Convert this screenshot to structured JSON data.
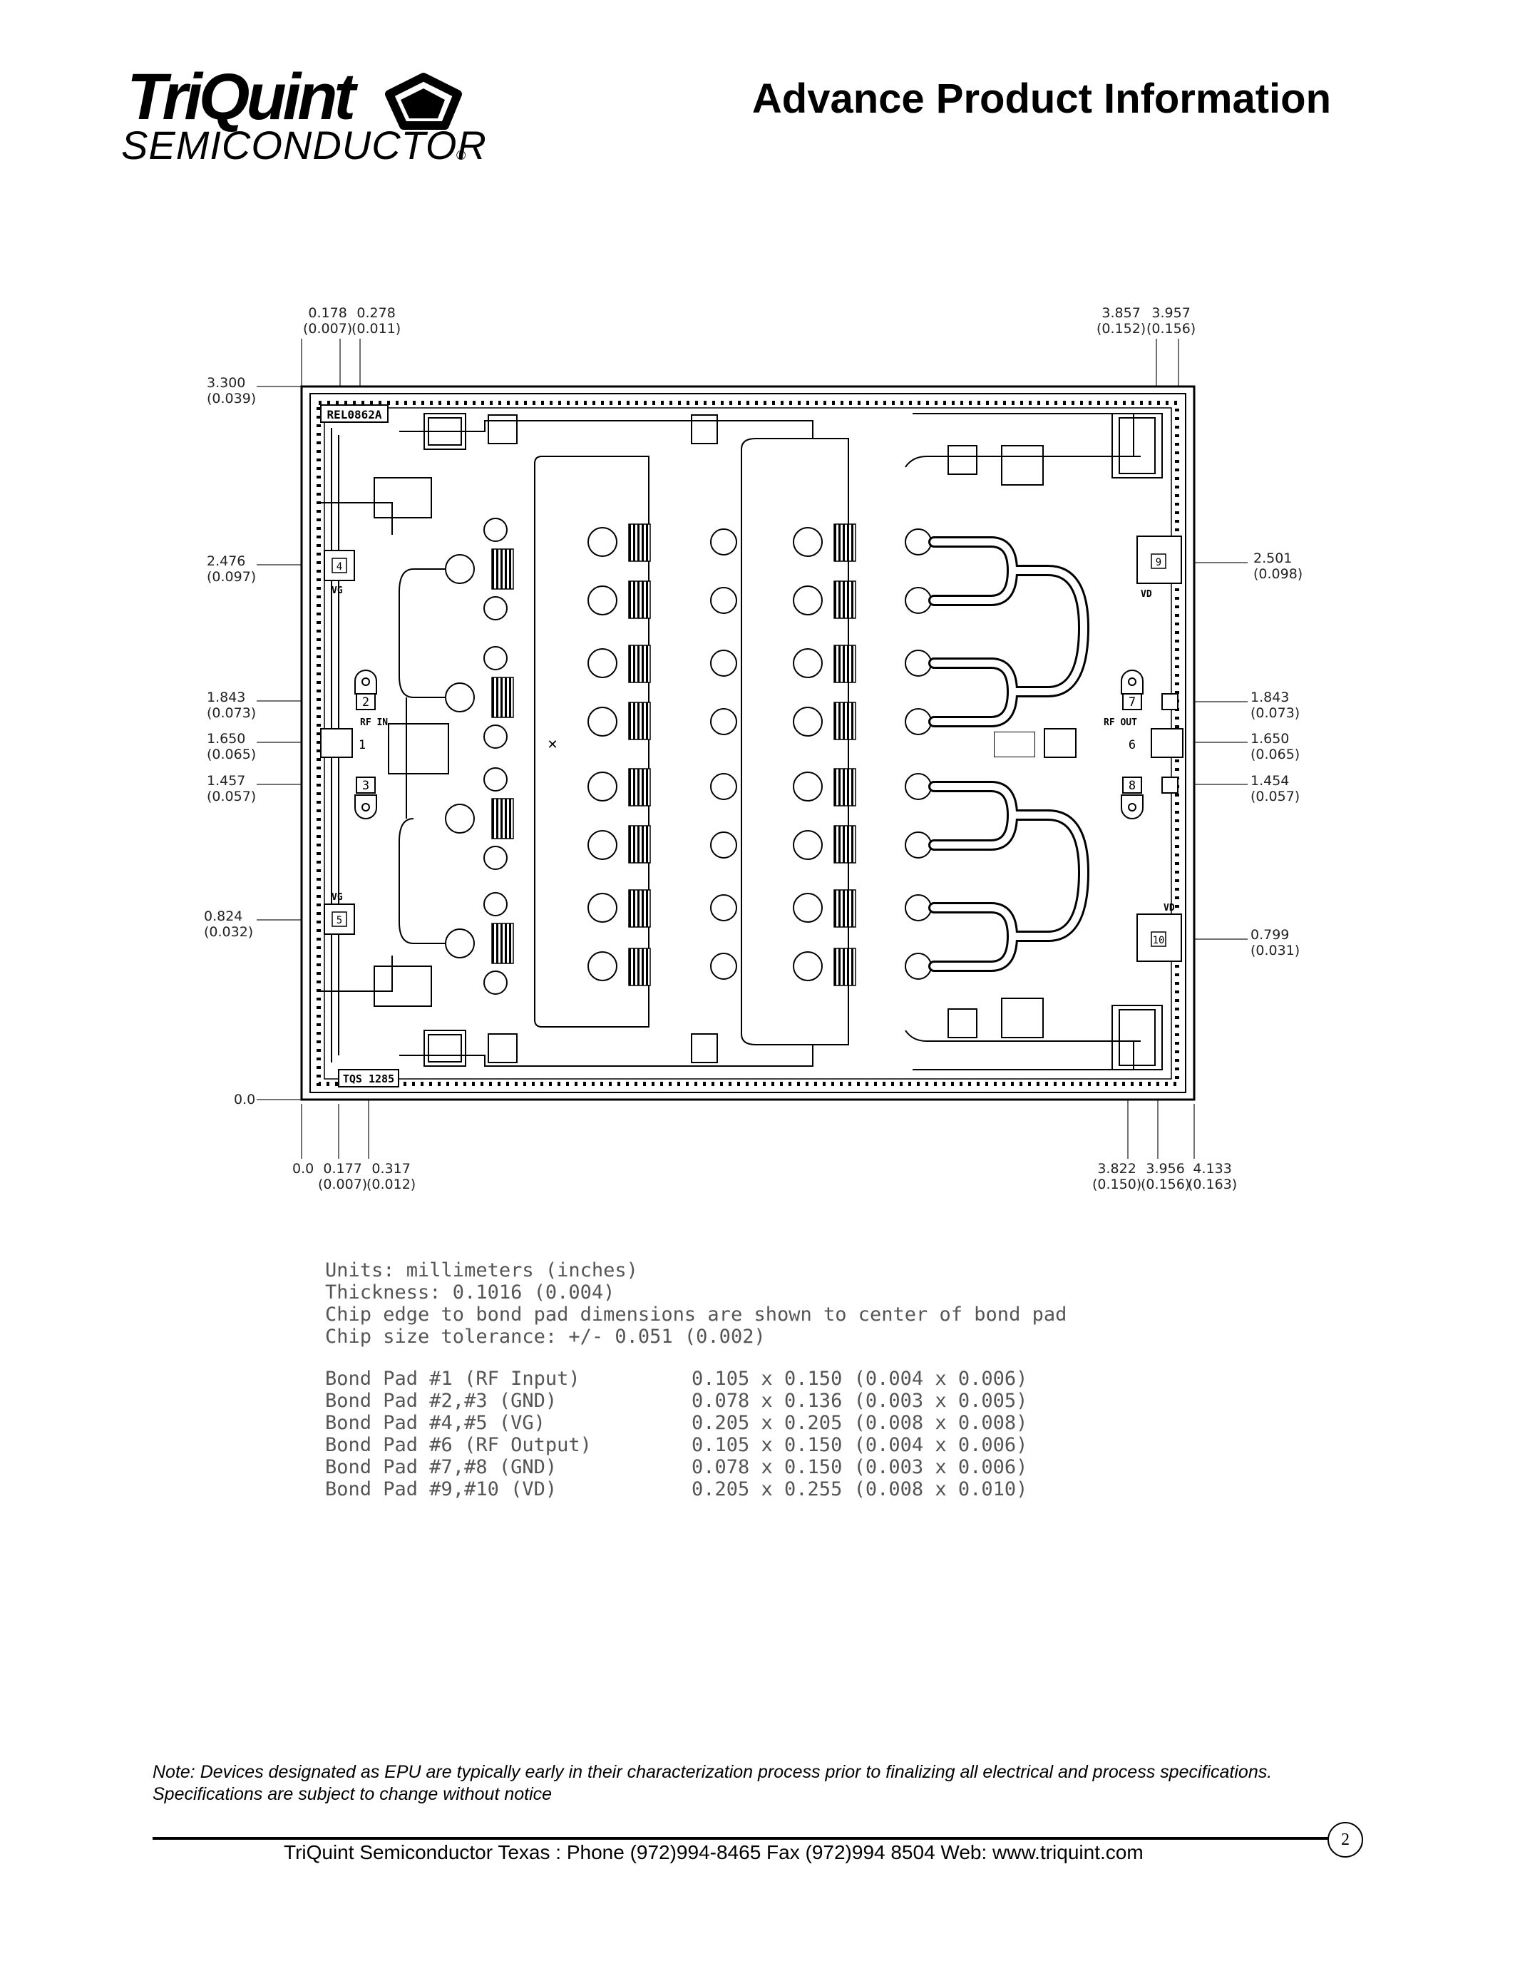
{
  "header": {
    "logo_word": "TriQuint",
    "logo_sub": "SEMICONDUCTOR",
    "logo_mark": "®",
    "title": "Advance Product Information"
  },
  "drawing": {
    "top_left_dims": [
      {
        "mm": "0.178",
        "in": "(0.007)"
      },
      {
        "mm": "0.278",
        "in": "(0.011)"
      }
    ],
    "top_right_dims": [
      {
        "mm": "3.857",
        "in": "(0.152)"
      },
      {
        "mm": "3.957",
        "in": "(0.156)"
      }
    ],
    "left_dims": [
      {
        "mm": "3.300",
        "in": "(0.039)"
      },
      {
        "mm": "2.476",
        "in": "(0.097)"
      },
      {
        "mm": "1.843",
        "in": "(0.073)"
      },
      {
        "mm": "1.650",
        "in": "(0.065)"
      },
      {
        "mm": "1.457",
        "in": "(0.057)"
      },
      {
        "mm": "0.824",
        "in": "(0.032)"
      },
      {
        "mm": "0.0",
        "in": ""
      }
    ],
    "right_dims": [
      {
        "mm": "2.501",
        "in": "(0.098)"
      },
      {
        "mm": "1.843",
        "in": "(0.073)"
      },
      {
        "mm": "1.650",
        "in": "(0.065)"
      },
      {
        "mm": "1.454",
        "in": "(0.057)"
      },
      {
        "mm": "0.799",
        "in": "(0.031)"
      }
    ],
    "bottom_dims": [
      {
        "mm": "0.0",
        "in": ""
      },
      {
        "mm": "0.177",
        "in": "(0.007)"
      },
      {
        "mm": "0.317",
        "in": "(0.012)"
      },
      {
        "mm": "3.822",
        "in": "(0.150)"
      },
      {
        "mm": "3.956",
        "in": "(0.156)"
      },
      {
        "mm": "4.133",
        "in": "(0.163)"
      }
    ],
    "pad_numbers": [
      "1",
      "2",
      "3",
      "4",
      "5",
      "6",
      "7",
      "8",
      "9",
      "10"
    ],
    "pad_labels": {
      "rf_in": "RF IN",
      "rf_out": "RF OUT",
      "vg": "VG",
      "vd": "VD"
    },
    "chip_id_top": "REL0862A",
    "chip_id_bottom": "TQS 1285"
  },
  "notes": [
    "Units: millimeters (inches)",
    "Thickness: 0.1016 (0.004)",
    "Chip edge to bond pad dimensions are shown to center of bond pad",
    "Chip size tolerance: +/- 0.051 (0.002)"
  ],
  "pads": [
    {
      "name": "Bond Pad #1 (RF Input)",
      "dim": "0.105 x 0.150 (0.004 x 0.006)"
    },
    {
      "name": "Bond Pad #2,#3 (GND)",
      "dim": "0.078 x 0.136 (0.003 x 0.005)"
    },
    {
      "name": "Bond Pad #4,#5 (VG)",
      "dim": "0.205 x 0.205 (0.008 x 0.008)"
    },
    {
      "name": "Bond Pad #6 (RF Output)",
      "dim": "0.105 x 0.150 (0.004 x 0.006)"
    },
    {
      "name": "Bond Pad #7,#8 (GND)",
      "dim": "0.078 x 0.150 (0.003 x 0.006)"
    },
    {
      "name": "Bond Pad #9,#10 (VD)",
      "dim": "0.205 x 0.255 (0.008 x 0.010)"
    }
  ],
  "footer": {
    "note": "Note: Devices designated as EPU are typically early in their characterization process prior to finalizing all electrical and process specifications. Specifications are subject to change without notice",
    "contact": "TriQuint Semiconductor Texas : Phone (972)994-8465 Fax (972)994 8504  Web:  www.triquint.com",
    "page": "2"
  },
  "colors": {
    "ink": "#000000",
    "dim_text": "#222222",
    "note_text": "#555555"
  },
  "icons": [
    "triquint-logo-icon",
    "registered-icon"
  ]
}
